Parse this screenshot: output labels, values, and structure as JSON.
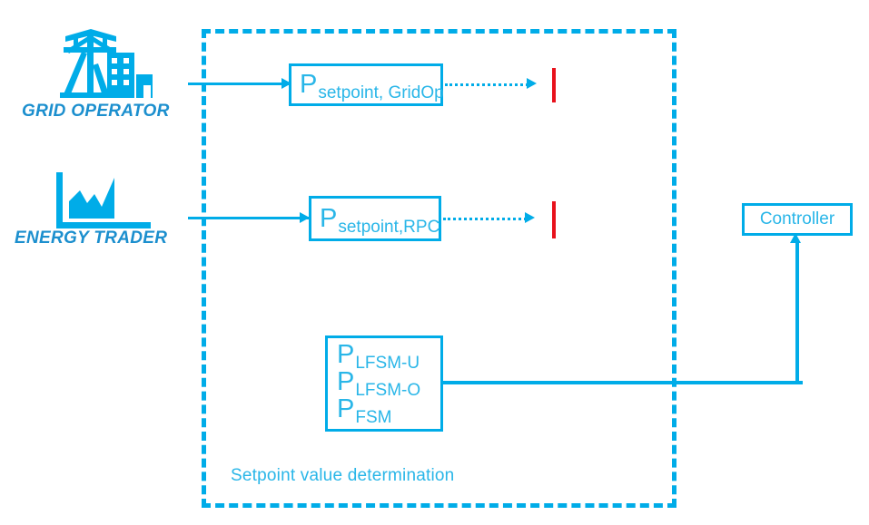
{
  "diagram": {
    "title": "Setpoint value determination",
    "colors": {
      "primary_blue": "#00ace8",
      "text_blue": "#29b6e8",
      "label_blue": "#1c8fce",
      "red_marker": "#e8111b",
      "background": "#ffffff"
    }
  },
  "container": {
    "caption": "Setpoint value determination"
  },
  "actors": [
    {
      "id": "grid-operator",
      "label": "GRID OPERATOR",
      "icon": "transmission-tower-building-icon"
    },
    {
      "id": "energy-trader",
      "label": "ENERGY TRADER",
      "icon": "market-chart-icon"
    }
  ],
  "boxes": {
    "gridop": {
      "base": "P",
      "sub": "setpoint, GridOp"
    },
    "rpc": {
      "base": "P",
      "sub": "setpoint,RPC"
    },
    "fsm": {
      "lines": [
        {
          "base": "P",
          "sub": "LFSM-U"
        },
        {
          "base": "P",
          "sub": "LFSM-O"
        },
        {
          "base": "P",
          "sub": "FSM"
        }
      ]
    },
    "controller": {
      "label": "Controller"
    }
  },
  "connections": [
    {
      "id": "gridop-to-setpoint",
      "style": "solid-arrow",
      "from": "grid-operator",
      "to": "gridop"
    },
    {
      "id": "trader-to-setpoint",
      "style": "solid-arrow",
      "from": "energy-trader",
      "to": "rpc"
    },
    {
      "id": "gridop-to-marker",
      "style": "dotted-arrow",
      "from": "gridop",
      "to": "red-marker-1"
    },
    {
      "id": "rpc-to-marker",
      "style": "dotted-arrow",
      "from": "rpc",
      "to": "red-marker-2"
    },
    {
      "id": "fsm-to-controller",
      "style": "solid-line",
      "from": "fsm",
      "to": "controller"
    }
  ],
  "markers": [
    {
      "id": "red-marker-1",
      "shape": "vertical-bar",
      "color": "#e8111b"
    },
    {
      "id": "red-marker-2",
      "shape": "vertical-bar",
      "color": "#e8111b"
    }
  ]
}
